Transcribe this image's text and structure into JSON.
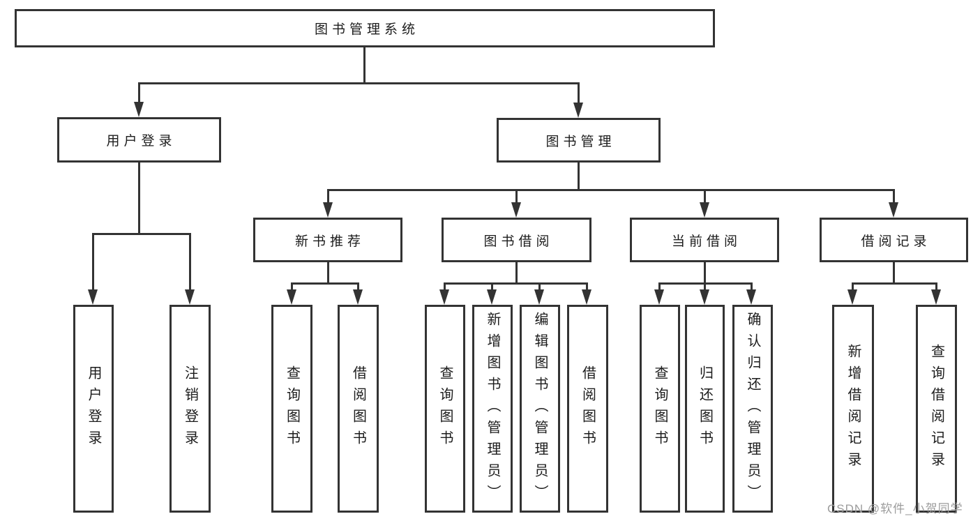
{
  "diagram": {
    "title_node": {
      "label": "图书管理系统"
    },
    "level2": [
      {
        "label": "用户登录"
      },
      {
        "label": "图书管理"
      }
    ],
    "level3": [
      {
        "label": "新书推荐"
      },
      {
        "label": "图书借阅"
      },
      {
        "label": "当前借阅"
      },
      {
        "label": "借阅记录"
      }
    ],
    "leaves": {
      "user_login": [
        {
          "label": "用户登录"
        },
        {
          "label": "注销登录"
        }
      ],
      "new_book": [
        {
          "label": "查询图书"
        },
        {
          "label": "借阅图书"
        }
      ],
      "book_borrow": [
        {
          "label": "查询图书"
        },
        {
          "label": "新增图书（管理员）"
        },
        {
          "label": "编辑图书（管理员）"
        },
        {
          "label": "借阅图书"
        }
      ],
      "current_borrow": [
        {
          "label": "查询图书"
        },
        {
          "label": "归还图书"
        },
        {
          "label": "确认归还（管理员）"
        }
      ],
      "borrow_record": [
        {
          "label": "新增借阅记录"
        },
        {
          "label": "查询借阅记录"
        }
      ]
    },
    "watermark": "CSDN @软件_小贺同学",
    "colors": {
      "line": "#333333",
      "text": "#1c1c1c",
      "watermark": "#9c9c9c",
      "background": "#ffffff"
    }
  }
}
